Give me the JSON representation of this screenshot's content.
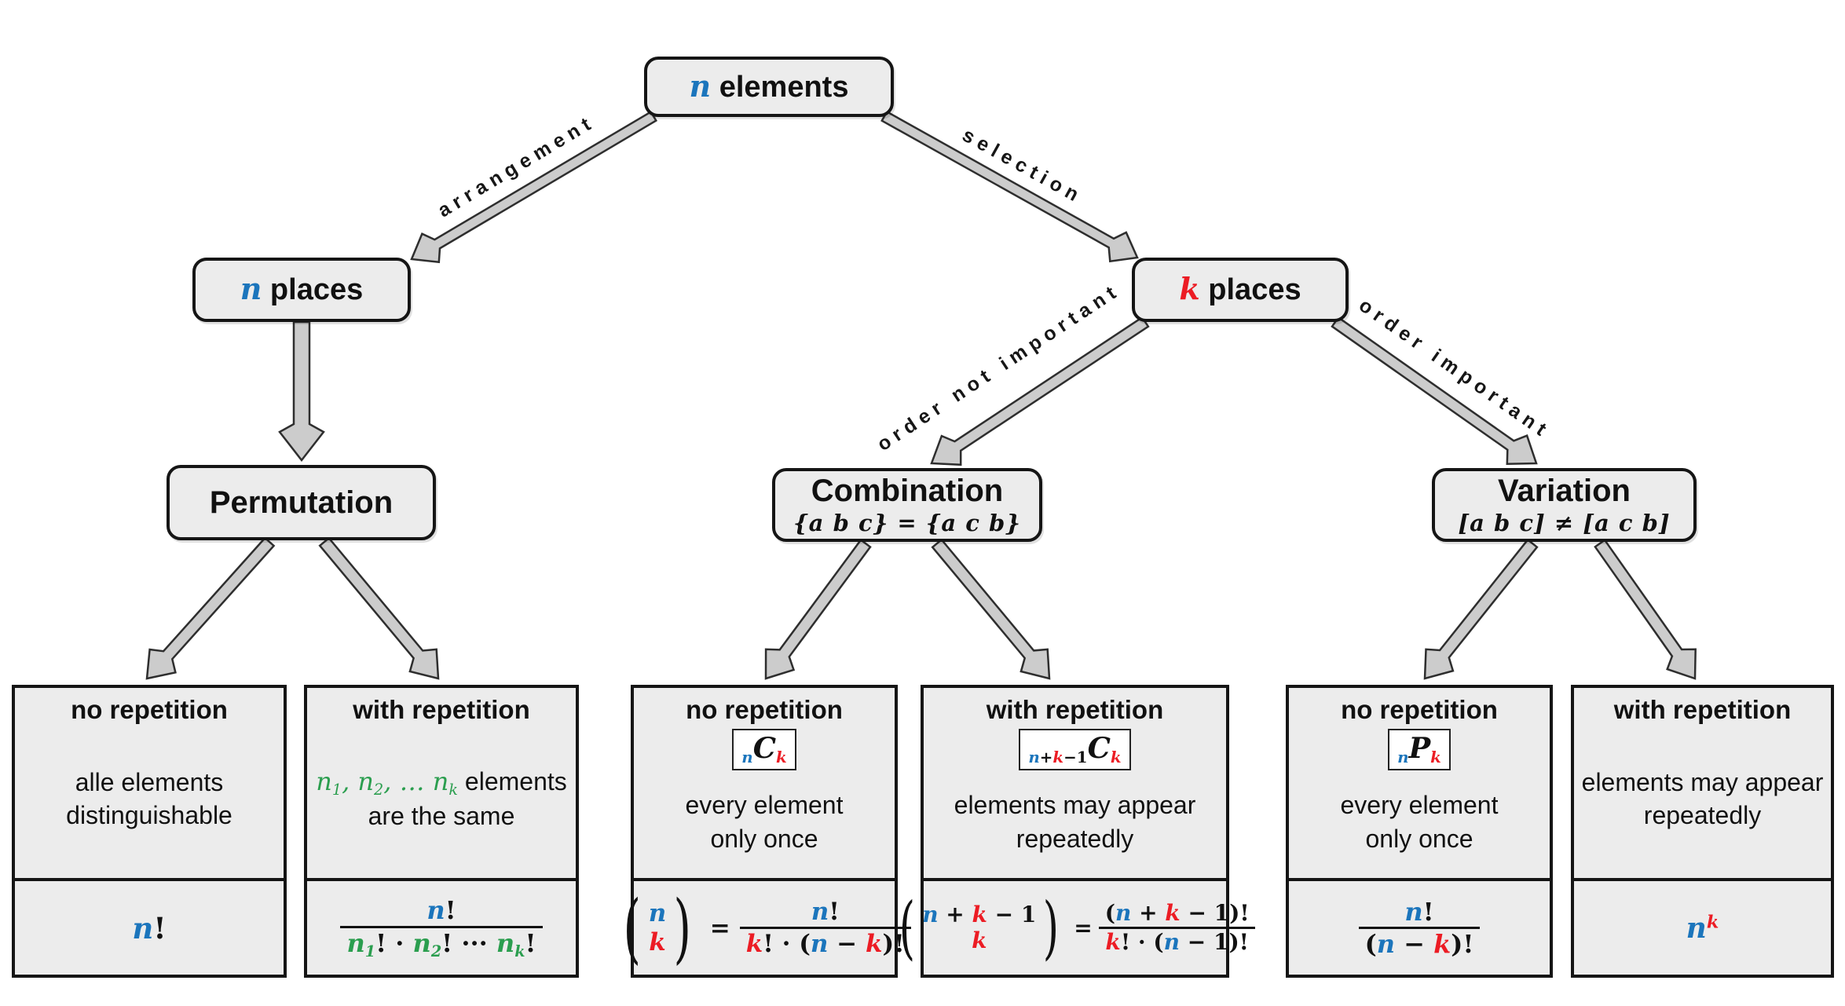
{
  "colors": {
    "accent_blue": "#1b75bc",
    "accent_red": "#ec1c24",
    "accent_green": "#2b9e4f",
    "box_fill": "#ececec",
    "arrow_fill": "#cccccc"
  },
  "nodes": {
    "root": {
      "tokens": [
        {
          "t": "n",
          "cls": "m c-blue"
        },
        {
          "t": " elements",
          "cls": "plain"
        }
      ]
    },
    "n_places": {
      "tokens": [
        {
          "t": "n",
          "cls": "m c-blue"
        },
        {
          "t": " places",
          "cls": "plain"
        }
      ]
    },
    "k_places": {
      "tokens": [
        {
          "t": "k",
          "cls": "m c-red"
        },
        {
          "t": " places",
          "cls": "plain"
        }
      ]
    },
    "permutation": {
      "title": "Permutation"
    },
    "combination": {
      "title": "Combination",
      "subtitle": "{a b c} = {a c b}"
    },
    "variation": {
      "title": "Variation",
      "subtitle": "[a b c] ≠ [a c b]"
    }
  },
  "edge_labels": {
    "arrangement": "arrangement",
    "selection": "selection",
    "order_not_important": "order not important",
    "order_important": "order important"
  },
  "leaves": [
    {
      "heading": "no repetition",
      "desc_lines": [
        "alle elements",
        "distinguishable"
      ],
      "formula_tokens": [
        {
          "t": "n",
          "cls": "m c-blue"
        },
        {
          "t": "!",
          "cls": "mb"
        }
      ]
    },
    {
      "heading": "with repetition",
      "desc_line1_tokens": [
        {
          "t": "n",
          "cls": "mg"
        },
        {
          "t": "1",
          "cls": "mg sub"
        },
        {
          "t": ", ",
          "cls": "mg"
        },
        {
          "t": "n",
          "cls": "mg"
        },
        {
          "t": "2",
          "cls": "mg sub"
        },
        {
          "t": ", … ",
          "cls": "mg"
        },
        {
          "t": "n",
          "cls": "mg"
        },
        {
          "t": "k",
          "cls": "mg sub"
        },
        {
          "t": " elements",
          "cls": "plain"
        }
      ],
      "desc_line2": "are the same",
      "frac": {
        "num": [
          {
            "t": "n",
            "cls": "m c-blue"
          },
          {
            "t": "!",
            "cls": "mb"
          }
        ],
        "den": [
          {
            "t": "n",
            "cls": "m c-green"
          },
          {
            "t": "1",
            "cls": "m c-green sub"
          },
          {
            "t": "! · ",
            "cls": "mb"
          },
          {
            "t": "n",
            "cls": "m c-green"
          },
          {
            "t": "2",
            "cls": "m c-green sub"
          },
          {
            "t": "! ··· ",
            "cls": "mb"
          },
          {
            "t": "n",
            "cls": "m c-green"
          },
          {
            "t": "k",
            "cls": "m c-green sub"
          },
          {
            "t": "!",
            "cls": "mb"
          }
        ]
      }
    },
    {
      "heading": "no repetition",
      "badge_tokens": [
        {
          "t": "n",
          "cls": "m c-blue bsub"
        },
        {
          "t": "C",
          "cls": "m bC"
        },
        {
          "t": "k",
          "cls": "m c-red bsub"
        }
      ],
      "desc_lines": [
        "every element",
        "only once"
      ],
      "binom": {
        "top": [
          {
            "t": "n",
            "cls": "m c-blue"
          }
        ],
        "bot": [
          {
            "t": "k",
            "cls": "m c-red"
          }
        ]
      },
      "eq": "=",
      "frac": {
        "num": [
          {
            "t": "n",
            "cls": "m c-blue"
          },
          {
            "t": "!",
            "cls": "mb"
          }
        ],
        "den": [
          {
            "t": "k",
            "cls": "m c-red"
          },
          {
            "t": "! · (",
            "cls": "mb"
          },
          {
            "t": "n",
            "cls": "m c-blue"
          },
          {
            "t": " − ",
            "cls": "mb"
          },
          {
            "t": "k",
            "cls": "m c-red"
          },
          {
            "t": ")!",
            "cls": "mb"
          }
        ]
      }
    },
    {
      "heading": "with repetition",
      "badge_tokens": [
        {
          "t": "n",
          "cls": "m c-blue bsub"
        },
        {
          "t": "+",
          "cls": "mb bsub"
        },
        {
          "t": "k",
          "cls": "m c-red bsub"
        },
        {
          "t": "−1",
          "cls": "mb bsub"
        },
        {
          "t": "C",
          "cls": "m bC"
        },
        {
          "t": "k",
          "cls": "m c-red bsub"
        }
      ],
      "desc_lines": [
        "elements may appear",
        "repeatedly"
      ],
      "binom": {
        "top": [
          {
            "t": "n",
            "cls": "m c-blue"
          },
          {
            "t": " + ",
            "cls": "mb"
          },
          {
            "t": "k",
            "cls": "m c-red"
          },
          {
            "t": " − 1",
            "cls": "mb"
          }
        ],
        "bot": [
          {
            "t": "k",
            "cls": "m c-red"
          }
        ]
      },
      "eq": "=",
      "frac": {
        "num": [
          {
            "t": "(",
            "cls": "mb"
          },
          {
            "t": "n",
            "cls": "m c-blue"
          },
          {
            "t": " + ",
            "cls": "mb"
          },
          {
            "t": "k",
            "cls": "m c-red"
          },
          {
            "t": " − 1",
            "cls": "mb"
          },
          {
            "t": ")!",
            "cls": "mb"
          }
        ],
        "den": [
          {
            "t": "k",
            "cls": "m c-red"
          },
          {
            "t": "! · (",
            "cls": "mb"
          },
          {
            "t": "n",
            "cls": "m c-blue"
          },
          {
            "t": " − 1",
            "cls": "mb"
          },
          {
            "t": ")!",
            "cls": "mb"
          }
        ]
      }
    },
    {
      "heading": "no repetition",
      "badge_tokens": [
        {
          "t": "n",
          "cls": "m c-blue bsub"
        },
        {
          "t": "P",
          "cls": "m bC"
        },
        {
          "t": "k",
          "cls": "m c-red bsub"
        }
      ],
      "desc_lines": [
        "every element",
        "only once"
      ],
      "frac": {
        "num": [
          {
            "t": "n",
            "cls": "m c-blue"
          },
          {
            "t": "!",
            "cls": "mb"
          }
        ],
        "den": [
          {
            "t": "(",
            "cls": "mb"
          },
          {
            "t": "n",
            "cls": "m c-blue"
          },
          {
            "t": " − ",
            "cls": "mb"
          },
          {
            "t": "k",
            "cls": "m c-red"
          },
          {
            "t": ")!",
            "cls": "mb"
          }
        ]
      }
    },
    {
      "heading": "with repetition",
      "desc_lines": [
        "elements may appear",
        "repeatedly"
      ],
      "formula_tokens": [
        {
          "t": "n",
          "cls": "m c-blue"
        },
        {
          "t": "k",
          "cls": "m c-red sup"
        }
      ]
    }
  ]
}
